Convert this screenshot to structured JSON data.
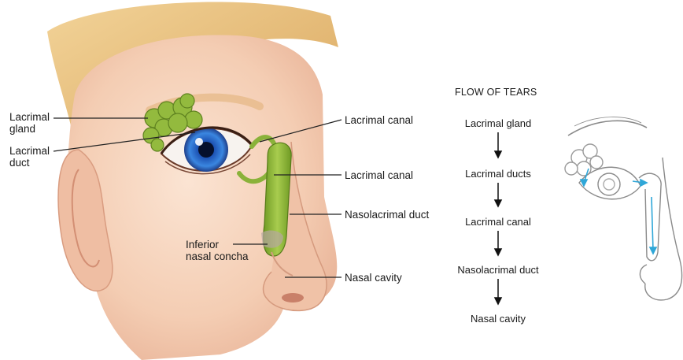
{
  "labels": {
    "lacrimal_gland": "Lacrimal\ngland",
    "lacrimal_duct": "Lacrimal\nduct",
    "lacrimal_canal_upper": "Lacrimal canal",
    "lacrimal_canal_lower": "Lacrimal canal",
    "nasolacrimal_duct": "Nasolacrimal duct",
    "inferior_nasal_concha": "Inferior\nnasal concha",
    "nasal_cavity": "Nasal cavity"
  },
  "flow": {
    "title": "FLOW OF TEARS",
    "steps": [
      "Lacrimal gland",
      "Lacrimal ducts",
      "Lacrimal canal",
      "Nasolacrimal duct",
      "Nasal cavity"
    ]
  },
  "colors": {
    "skin": "#f6d3bd",
    "skin_shadow": "#e9b69c",
    "hair": "#e8c07a",
    "gland_green": "#8fb53a",
    "iris_blue": "#2f6fd0",
    "flow_arrow_blue": "#2fa7d8"
  }
}
